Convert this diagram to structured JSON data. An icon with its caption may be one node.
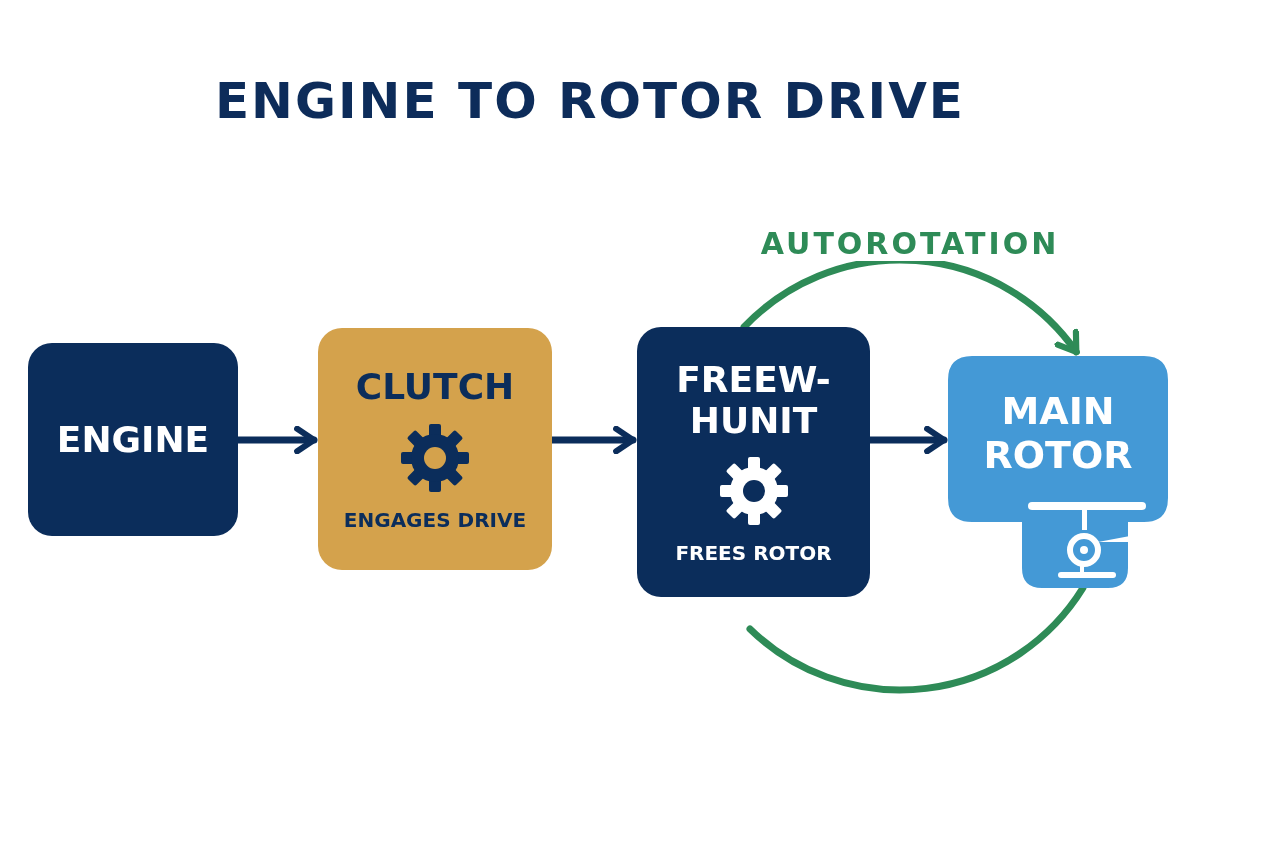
{
  "diagram": {
    "title": "ENGINE TO ROTOR DRIVE",
    "nodes": [
      {
        "text": [
          "ENGINE"
        ]
      },
      {
        "text": [
          "CLUTCH",
          "ENGAGES DRIVE"
        ]
      },
      {
        "text": [
          "FREEW- HUNIT",
          "FREES ROTOR"
        ]
      },
      {
        "text": [
          "MAIN ROTOR"
        ]
      }
    ],
    "edges": [
      {
        "from": 0,
        "to": 1,
        "arrow": "to"
      },
      {
        "from": 1,
        "to": 2,
        "arrow": "to"
      },
      {
        "from": 2,
        "to": 3,
        "arrow": "to"
      },
      {
        "from": 2,
        "to": 3,
        "arrow": "to",
        "label": "AUTOROTATION",
        "color": "#2e8b57"
      },
      {
        "from": 3,
        "to": null,
        "arrow": "none",
        "color": "#2e8b57"
      }
    ]
  }
}
